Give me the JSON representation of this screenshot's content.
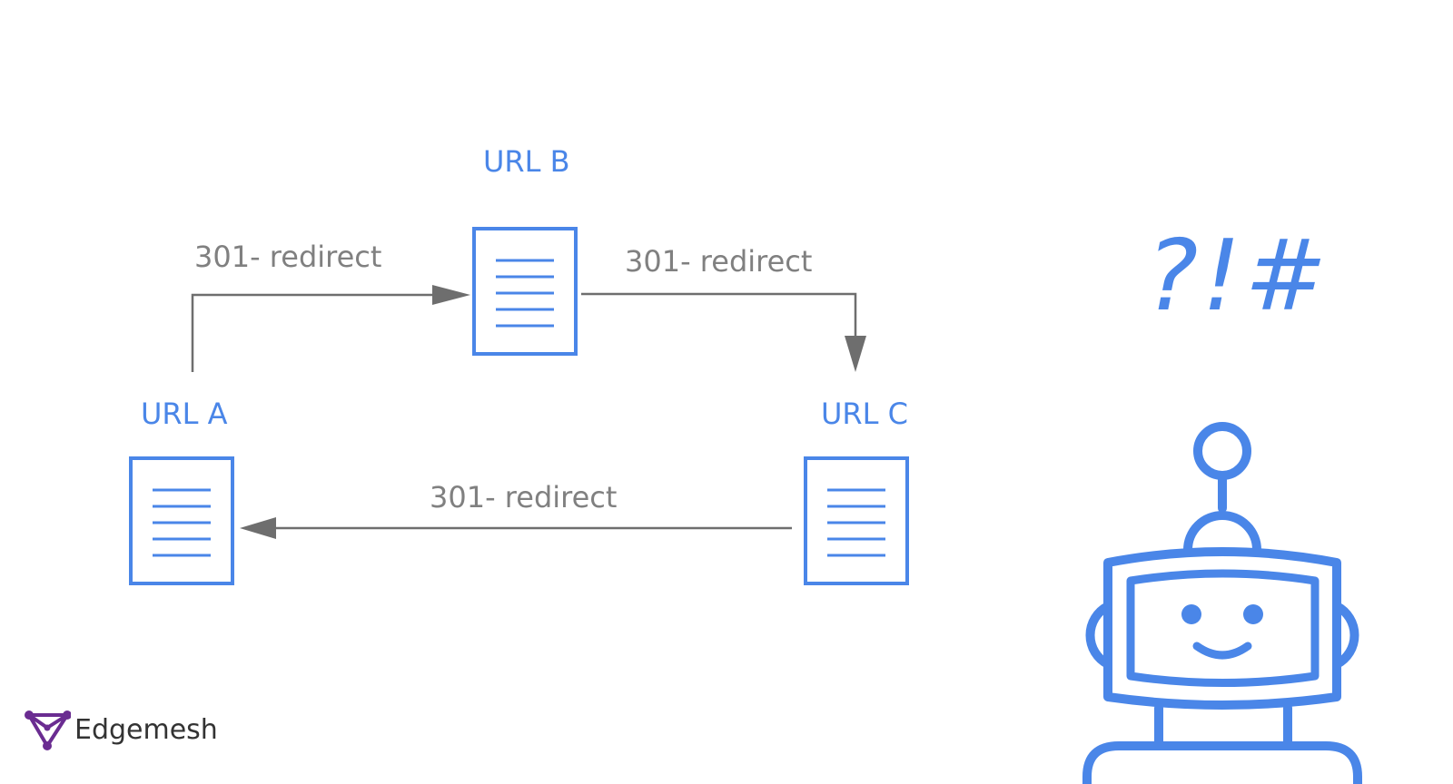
{
  "nodes": [
    {
      "id": "url-b",
      "label": "URL B"
    },
    {
      "id": "url-a",
      "label": "URL A"
    },
    {
      "id": "url-c",
      "label": "URL C"
    }
  ],
  "edges": [
    {
      "from": "url-a",
      "to": "url-b",
      "label": "301- redirect"
    },
    {
      "from": "url-b",
      "to": "url-c",
      "label": "301- redirect"
    },
    {
      "from": "url-c",
      "to": "url-a",
      "label": "301- redirect"
    }
  ],
  "robot": {
    "symbols": "?!#"
  },
  "brand": {
    "name": "Edgemesh"
  },
  "colors": {
    "accent": "#4a86e8",
    "edge": "#6e6e6e",
    "edge_text": "#808080",
    "logo": "#6a2c91"
  },
  "icons": {
    "document": "document-icon",
    "robot": "robot-icon",
    "logo": "edgemesh-logo-icon"
  }
}
